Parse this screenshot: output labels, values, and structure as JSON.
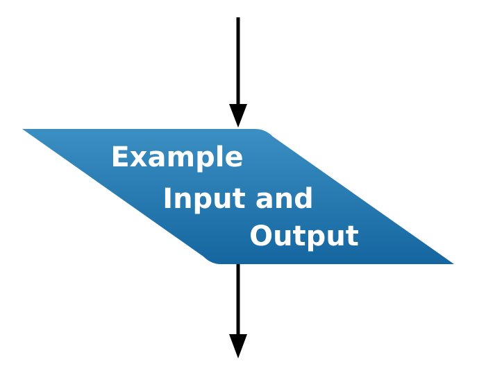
{
  "shape": {
    "type": "parallelogram",
    "role": "input-output",
    "lines": [
      "Example",
      "Input and",
      "Output"
    ],
    "fill_top": "#3b8fc2",
    "fill_bottom": "#1566a0",
    "text_color": "#ffffff"
  },
  "arrows": {
    "color": "#000000",
    "count": 2
  }
}
